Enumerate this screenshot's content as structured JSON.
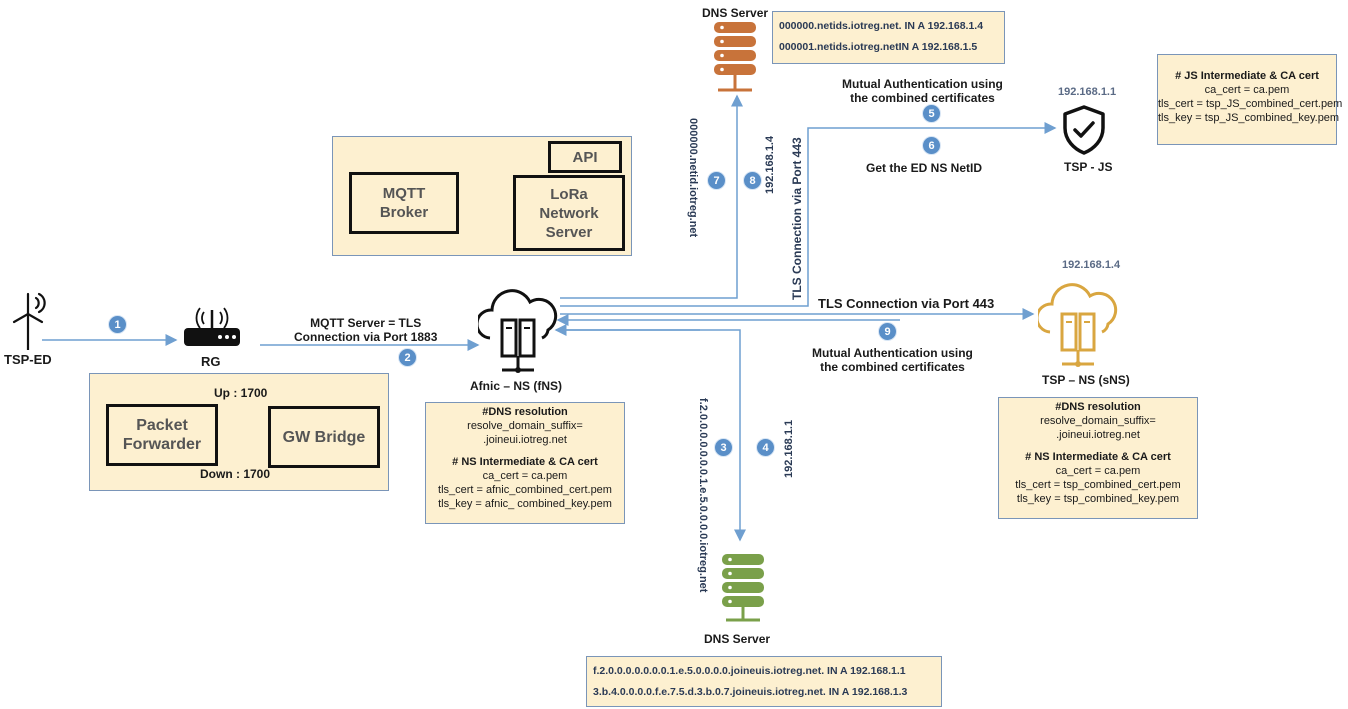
{
  "nodes": {
    "tsp_ed": "TSP-ED",
    "rg": "RG",
    "afnic": "Afnic – NS (fNS)",
    "tsp_ns": "TSP – NS (sNS)",
    "tsp_js": "TSP - JS",
    "dns_top": "DNS Server",
    "dns_bottom": "DNS Server",
    "ip_js": "192.168.1.1",
    "ip_ns": "192.168.1.4"
  },
  "rg_panel": {
    "packet_forwarder": "Packet Forwarder",
    "gw_bridge": "GW Bridge",
    "up": "Up : 1700",
    "down": "Down : 1700"
  },
  "server_panel": {
    "api": "API",
    "mqtt": "MQTT Broker",
    "lora": "LoRa Network Server"
  },
  "connections": {
    "mqtt_1": "MQTT Server = TLS",
    "mqtt_2": "Connection via Port 1883",
    "mutual_top_1": "Mutual Authentication using",
    "mutual_top_2": "the combined certificates",
    "get_netid": "Get  the ED NS NetID",
    "tls_h": "TLS Connection via Port 443",
    "tls_v": "TLS Connection via Port 443",
    "mutual_bottom_1": "Mutual Authentication using",
    "mutual_bottom_2": "the combined certificates",
    "v_netid": "000000.netid.iotreg.net",
    "v_ip_top": "192.168.1.4",
    "v_joineui": "f.2.0.0.0.0.0.0.0.1.e.5.0.0.0.0.iotreg.net",
    "v_ip_bottom": "192.168.1.1"
  },
  "badges": [
    "1",
    "2",
    "3",
    "4",
    "5",
    "6",
    "7",
    "8",
    "9"
  ],
  "dns_top_records": [
    "000000.netids.iotreg.net.  IN A 192.168.1.4",
    "000001.netids.iotreg.netIN A 192.168.1.5"
  ],
  "dns_bottom_records": [
    "f.2.0.0.0.0.0.0.0.1.e.5.0.0.0.0.joineuis.iotreg.net.  IN A 192.168.1.1",
    "3.b.4.0.0.0.0.f.e.7.5.d.3.b.0.7.joineuis.iotreg.net. IN A 192.168.1.3"
  ],
  "afnic_note": [
    "#DNS resolution",
    "resolve_domain_suffix=",
    ".joineui.iotreg.net",
    "",
    "# NS Intermediate & CA cert",
    "ca_cert = ca.pem",
    "tls_cert = afnic_combined_cert.pem",
    "tls_key = afnic_ combined_key.pem"
  ],
  "sns_note": [
    "#DNS resolution",
    "resolve_domain_suffix=",
    ".joineui.iotreg.net",
    "",
    "# NS Intermediate & CA cert",
    "ca_cert = ca.pem",
    "tls_cert = tsp_combined_cert.pem",
    "tls_key = tsp_combined_key.pem"
  ],
  "js_note": [
    "# JS Intermediate & CA cert",
    "ca_cert = ca.pem",
    "tls_cert = tsp_JS_combined_cert.pem",
    "tls_key = tsp_JS_combined_key.pem"
  ],
  "colors": {
    "panel": "#fdf0d0",
    "arrow": "#6f9fd0",
    "badge": "#5a8fc8",
    "dns_top": "#c8733a",
    "dns_bottom": "#7aa04a",
    "sns": "#d9a640"
  }
}
